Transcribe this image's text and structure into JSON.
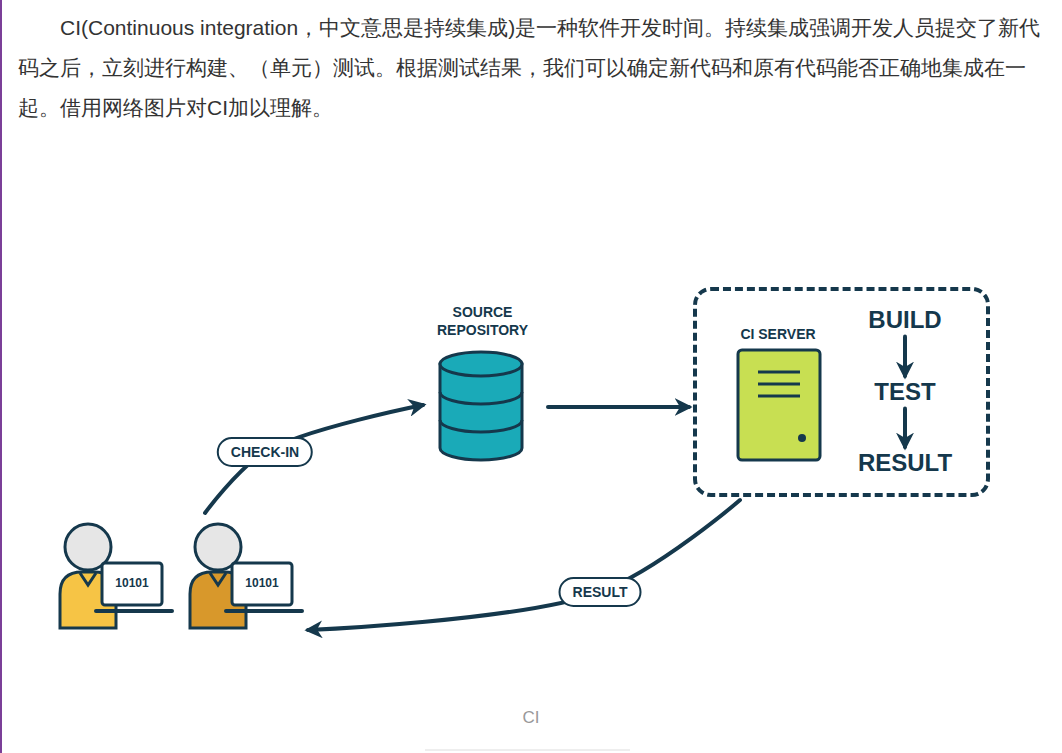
{
  "diagram": {
    "caption": "CI",
    "nodes": [
      {
        "text": [
          "10101",
          "10101"
        ]
      },
      {
        "text": [
          "SOURCE REPOSITORY"
        ]
      },
      {
        "text": [
          "CI SERVER"
        ]
      },
      {
        "text": [
          "BUILD"
        ],
        "in": 2
      },
      {
        "text": [
          "TEST"
        ],
        "in": 2
      },
      {
        "text": [
          "RESULT"
        ],
        "in": 2
      }
    ],
    "edges": [
      {
        "from": 0,
        "to": 1,
        "arrow": "to",
        "label": "CHECK-IN"
      },
      {
        "from": 1,
        "to": 2,
        "arrow": "to"
      },
      {
        "from": 3,
        "to": 4,
        "arrow": "to"
      },
      {
        "from": 4,
        "to": 5,
        "arrow": "to"
      },
      {
        "from": 2,
        "to": 0,
        "arrow": "to",
        "label": "RESULT"
      }
    ],
    "labels": [
      "CI(Continuous integration，中文意思是持续集成)是一种软件开发时间。持续集成强调开发人员提交了新代码之后，立刻进行构建、（单元）测试。根据测试结果，我们可以确定新代码和原有代码能否正确地集成在一起。借用网络图片对CI加以理解。"
    ]
  }
}
